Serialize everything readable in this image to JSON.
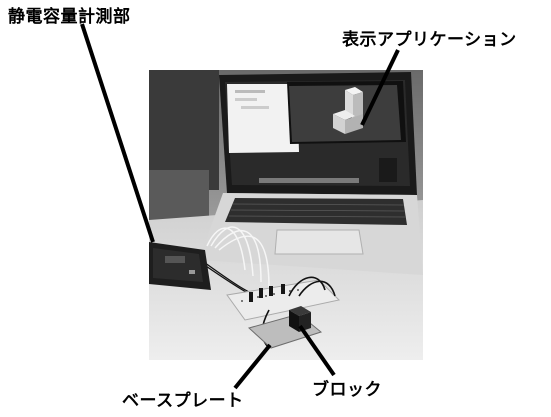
{
  "labels": {
    "sensor": "静電容量計測部",
    "display_app": "表示アプリケーション",
    "base_plate": "ベースプレート",
    "block": "ブロック"
  },
  "photo": {
    "content": "grayscale photo: laptop showing block model, microcontroller board, breadboard with wires, block on base plate"
  }
}
